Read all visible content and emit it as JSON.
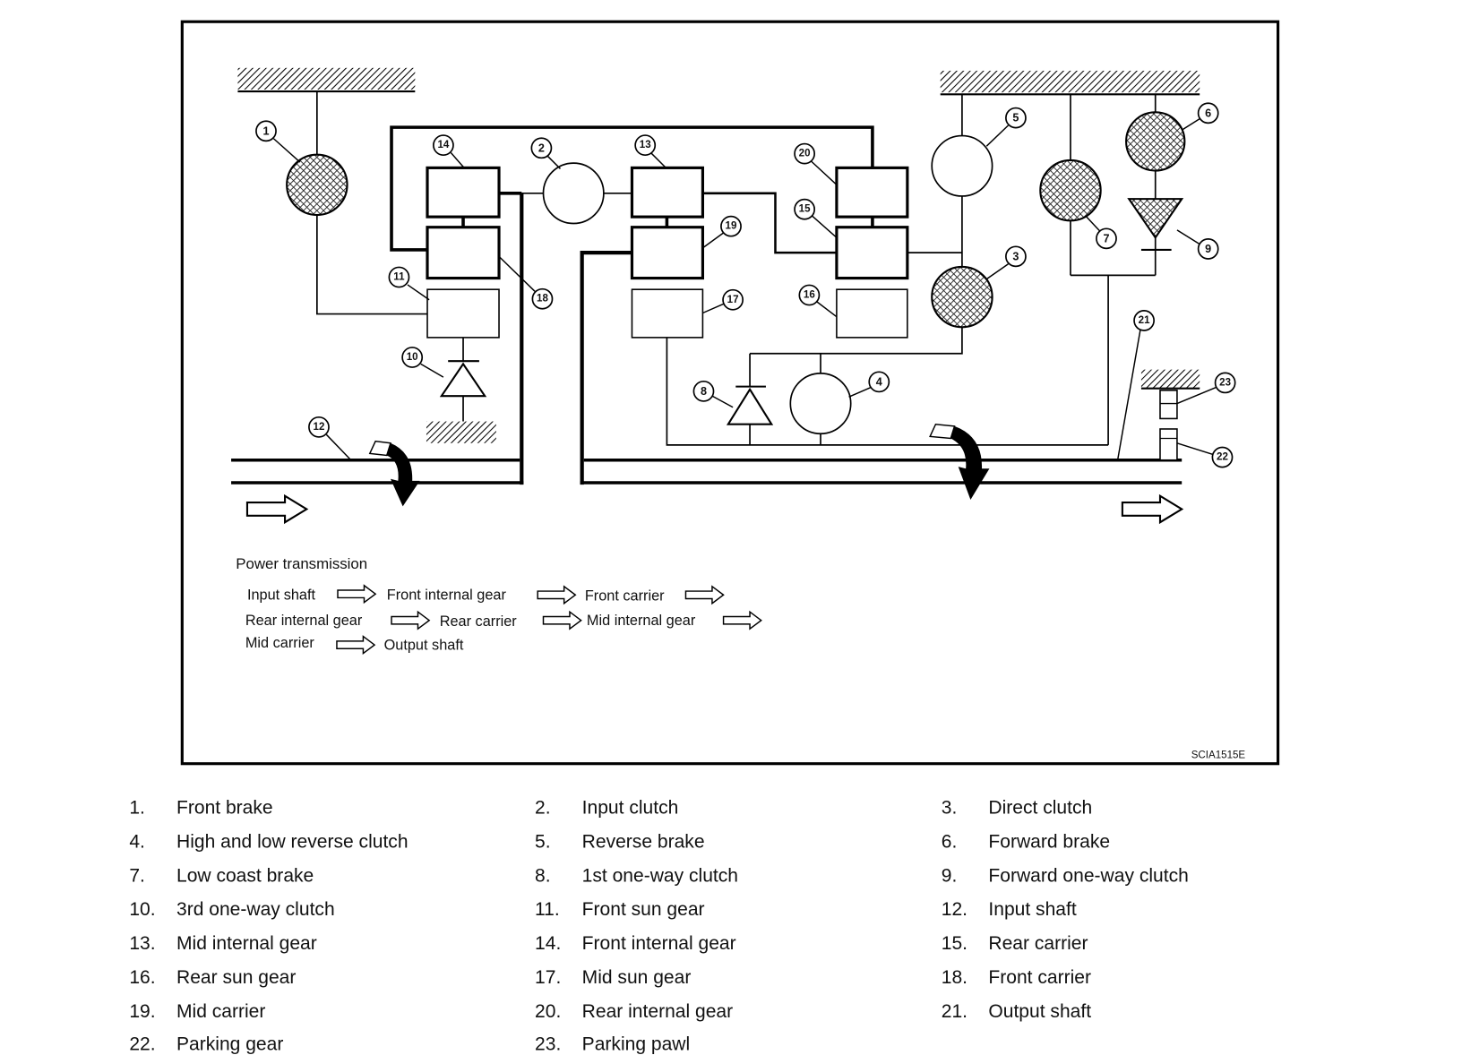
{
  "diagram": {
    "callouts": [
      "1",
      "2",
      "3",
      "4",
      "5",
      "6",
      "7",
      "8",
      "9",
      "10",
      "11",
      "12",
      "13",
      "14",
      "15",
      "16",
      "17",
      "18",
      "19",
      "20",
      "21",
      "22",
      "23"
    ],
    "power_transmission": {
      "title": "Power transmission",
      "rows": [
        [
          "Input shaft",
          "Front internal gear",
          "Front carrier"
        ],
        [
          "Rear internal gear",
          "Rear carrier",
          "Mid internal gear"
        ],
        [
          "Mid carrier",
          "Output shaft"
        ]
      ]
    },
    "figure_id": "SCIA1515E"
  },
  "legend": [
    {
      "number": "1.",
      "label": "Front brake"
    },
    {
      "number": "2.",
      "label": "Input clutch"
    },
    {
      "number": "3.",
      "label": "Direct clutch"
    },
    {
      "number": "4.",
      "label": "High and low reverse clutch"
    },
    {
      "number": "5.",
      "label": "Reverse brake"
    },
    {
      "number": "6.",
      "label": "Forward brake"
    },
    {
      "number": "7.",
      "label": "Low coast brake"
    },
    {
      "number": "8.",
      "label": "1st one-way clutch"
    },
    {
      "number": "9.",
      "label": "Forward one-way clutch"
    },
    {
      "number": "10.",
      "label": "3rd one-way clutch"
    },
    {
      "number": "11.",
      "label": "Front sun gear"
    },
    {
      "number": "12.",
      "label": "Input shaft"
    },
    {
      "number": "13.",
      "label": "Mid internal gear"
    },
    {
      "number": "14.",
      "label": "Front internal gear"
    },
    {
      "number": "15.",
      "label": "Rear carrier"
    },
    {
      "number": "16.",
      "label": "Rear sun gear"
    },
    {
      "number": "17.",
      "label": "Mid sun gear"
    },
    {
      "number": "18.",
      "label": "Front carrier"
    },
    {
      "number": "19.",
      "label": "Mid carrier"
    },
    {
      "number": "20.",
      "label": "Rear internal gear"
    },
    {
      "number": "21.",
      "label": "Output shaft"
    },
    {
      "number": "22.",
      "label": "Parking gear"
    },
    {
      "number": "23.",
      "label": "Parking pawl"
    }
  ]
}
